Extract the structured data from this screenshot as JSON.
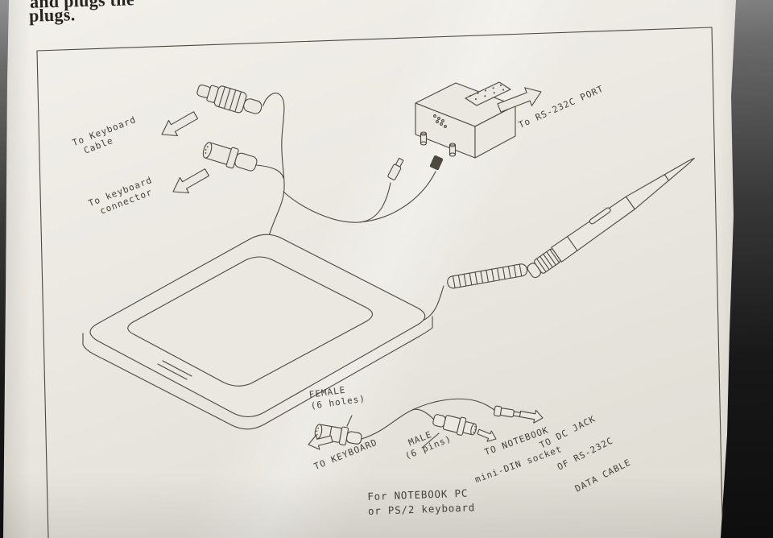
{
  "page": {
    "top_text_partial": "and plugs the",
    "top_text": "plugs."
  },
  "diagram": {
    "labels": {
      "keyboard_cable_1": "To Keyboard",
      "keyboard_cable_2": "Cable",
      "keyboard_connector_1": "To keyboard",
      "keyboard_connector_2": "connector",
      "rs232_port": "To RS-232C PORT",
      "female_1": "FEMALE",
      "female_2": "(6 holes)",
      "to_keyboard": "TO KEYBOARD",
      "male_1": "MALE",
      "male_2": "(6 pins)",
      "to_notebook_1": "TO NOTEBOOK",
      "to_notebook_2": "mini-DIN socket",
      "dc_jack_1": "TO DC JACK",
      "dc_jack_2": "OF RS-232C",
      "dc_jack_3": "DATA CABLE",
      "caption_1": "For NOTEBOOK PC",
      "caption_2": "or PS/2 keyboard"
    },
    "colors": {
      "ink": "#4c4840",
      "paper": "#eae8e1",
      "background": "#181818"
    }
  }
}
